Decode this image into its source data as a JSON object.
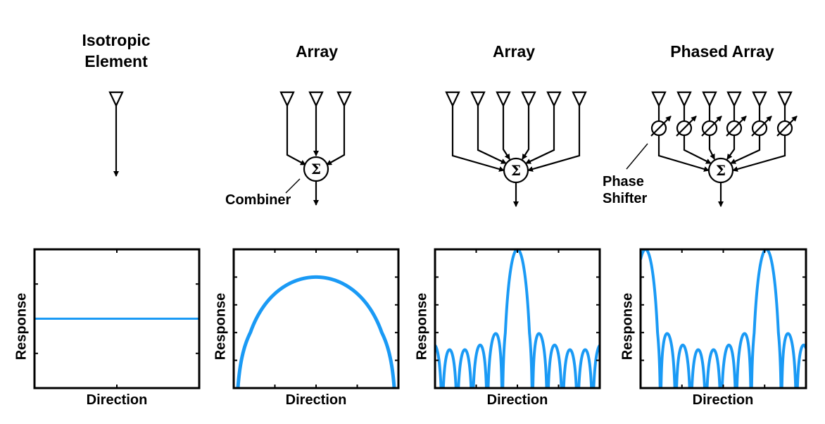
{
  "columns": [
    {
      "title": "Isotropic\nElement",
      "diagram": "single-element",
      "elements": 1
    },
    {
      "title": "Array",
      "diagram": "array-combiner",
      "elements": 3,
      "annotation": "Combiner"
    },
    {
      "title": "Array",
      "diagram": "array-combiner",
      "elements": 6
    },
    {
      "title": "Phased Array",
      "diagram": "phased-array",
      "elements": 6,
      "annotation": "Phase\nShifter"
    }
  ],
  "symbols": {
    "sum": "Σ"
  },
  "colors": {
    "curve": "#1a9af5",
    "ink": "#000000"
  },
  "chart_data": [
    {
      "type": "line",
      "title": "",
      "xlabel": "Direction",
      "ylabel": "Response",
      "pattern": "isotropic",
      "constant_level": 0.5,
      "ylim": [
        0,
        1
      ],
      "grid": false
    },
    {
      "type": "line",
      "title": "",
      "xlabel": "Direction",
      "ylabel": "Response",
      "pattern": "array-factor",
      "N": 3,
      "steer": 0,
      "span": 2.15,
      "peak_level": 0.8,
      "sidelobe_level": 0.4,
      "ylim": [
        0,
        1
      ],
      "grid": false
    },
    {
      "type": "line",
      "title": "",
      "xlabel": "Direction",
      "ylabel": "Response",
      "pattern": "array-factor",
      "N": 8,
      "steer": 0,
      "span": 4.3,
      "peak_level": 1.0,
      "sidelobe_level": 0.4,
      "ylim": [
        0,
        1
      ],
      "grid": false
    },
    {
      "type": "line",
      "title": "",
      "xlabel": "Direction",
      "ylabel": "Response",
      "pattern": "array-factor",
      "N": 8,
      "steer": 0.26,
      "span": 4.3,
      "peak_level": 1.0,
      "sidelobe_level": 0.4,
      "ylim": [
        0,
        1
      ],
      "grid": false
    }
  ]
}
